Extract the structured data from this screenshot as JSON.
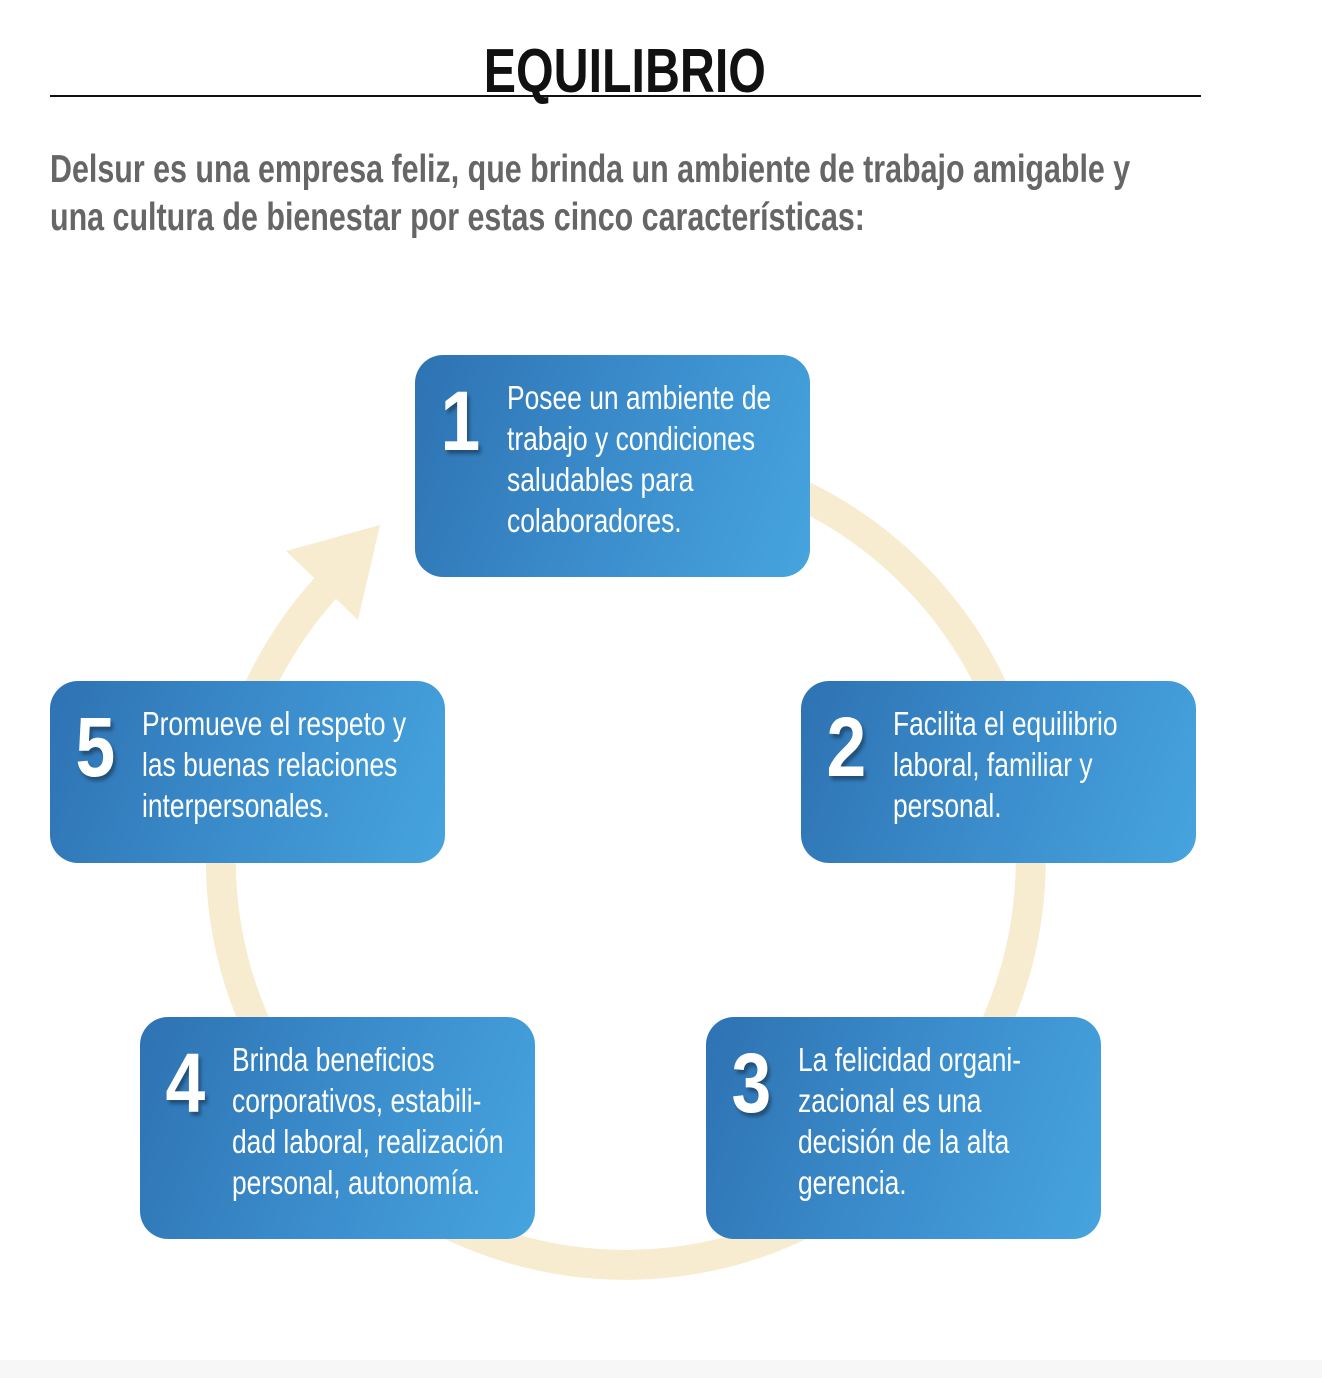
{
  "title": "EQUILIBRIO",
  "intro": [
    "Delsur es una empresa feliz, que brinda un ambiente de trabajo amigable y",
    "una cultura de bienestar por estas cinco características:"
  ],
  "colors": {
    "box_start": "#2e72b2",
    "box_end": "#46a4de",
    "ring": "#f8ecd0",
    "intro_text": "#666666"
  },
  "items": [
    {
      "number": "1",
      "lines": [
        "Posee un ambiente de",
        "trabajo y condiciones",
        "saludables para",
        "colaboradores."
      ]
    },
    {
      "number": "2",
      "lines": [
        "Facilita el equilibrio",
        "laboral, familiar y",
        "personal."
      ]
    },
    {
      "number": "3",
      "lines": [
        "La felicidad organi-",
        "zacional es una",
        "decisión de la alta",
        "gerencia."
      ]
    },
    {
      "number": "4",
      "lines": [
        "Brinda beneficios",
        "corporativos, estabili-",
        "dad laboral, realización",
        "personal, autonomía."
      ]
    },
    {
      "number": "5",
      "lines": [
        "Promueve el respeto y",
        "las buenas relaciones",
        "interpersonales."
      ]
    }
  ]
}
